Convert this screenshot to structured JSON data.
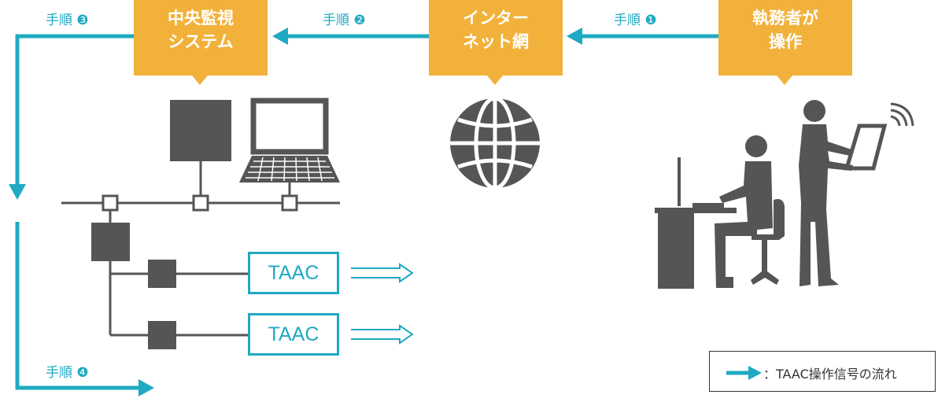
{
  "nodes": {
    "central": {
      "line1": "中央監視",
      "line2": "システム"
    },
    "internet": {
      "line1": "インター",
      "line2": "ネット網"
    },
    "operator": {
      "line1": "執務者が",
      "line2": "操作"
    }
  },
  "steps": {
    "step1": "手順 ❶",
    "step2": "手順 ❷",
    "step3": "手順 ❸",
    "step4": "手順 ❹"
  },
  "devices": {
    "taac1": "TAAC",
    "taac2": "TAAC"
  },
  "legend": {
    "text": "：TAAC操作信号の流れ"
  },
  "colors": {
    "flow": "#1fa9c2",
    "node": "#f2b13a",
    "equipment": "#555555"
  },
  "icons": [
    "globe-icon",
    "server-icon",
    "laptop-icon",
    "office-worker-icon",
    "tablet-user-icon",
    "wireless-signal-icon"
  ]
}
